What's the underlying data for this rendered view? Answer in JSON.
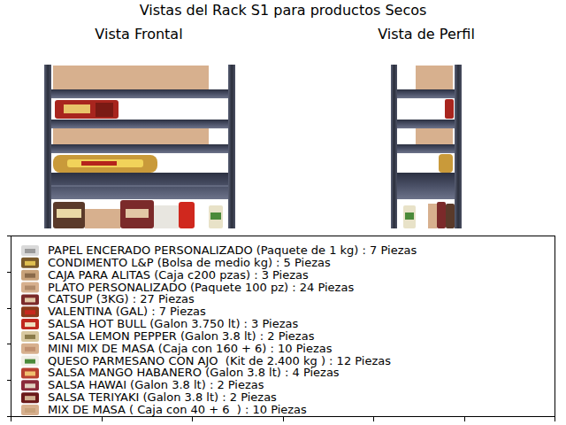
{
  "diagram": {
    "title": "Vistas del Rack S1 para productos Secos",
    "labels": [
      "Vista Frontal",
      "Vista de Perfil"
    ],
    "legend": [
      {
        "text": "PAPEL ENCERADO PERSONALIZADO (Paquete de 1 kg) : 7 Piezas"
      },
      {
        "text": "CONDIMENTO L&P (Bolsa de medio kg) : 5 Piezas"
      },
      {
        "text": "CAJA PARA ALITAS (Caja c200 pzas) : 3 Piezas"
      },
      {
        "text": "PLATO PERSONALIZADO (Paquete 100 pz) : 24 Piezas"
      },
      {
        "text": "CATSUP (3KG) : 27 Piezas"
      },
      {
        "text": "VALENTINA (GAL) : 7 Piezas"
      },
      {
        "text": "SALSA HOT BULL (Galon 3.750 lt) : 3 Piezas"
      },
      {
        "text": "SALSA LEMON PEPPER (Galon 3.8 lt) : 2 Piezas"
      },
      {
        "text": "MINI MIX DE MASA (Caja con 160 + 6) : 10 Piezas"
      },
      {
        "text": "QUESO PARMESANO CON AJO  (Kit de 2.400 kg ) : 12 Piezas"
      },
      {
        "text": "SALSA MANGO HABANERO (Galon 3.8 lt) : 4 Piezas"
      },
      {
        "text": "SALSA HAWAI (Galon 3.8 lt) : 2 Piezas"
      },
      {
        "text": "SALSA TERIYAKI (Galon 3.8 lt) : 2 Piezas"
      },
      {
        "text": "MIX DE MASA ( Caja con 40 + 6  ) : 10 Piezas"
      }
    ]
  }
}
